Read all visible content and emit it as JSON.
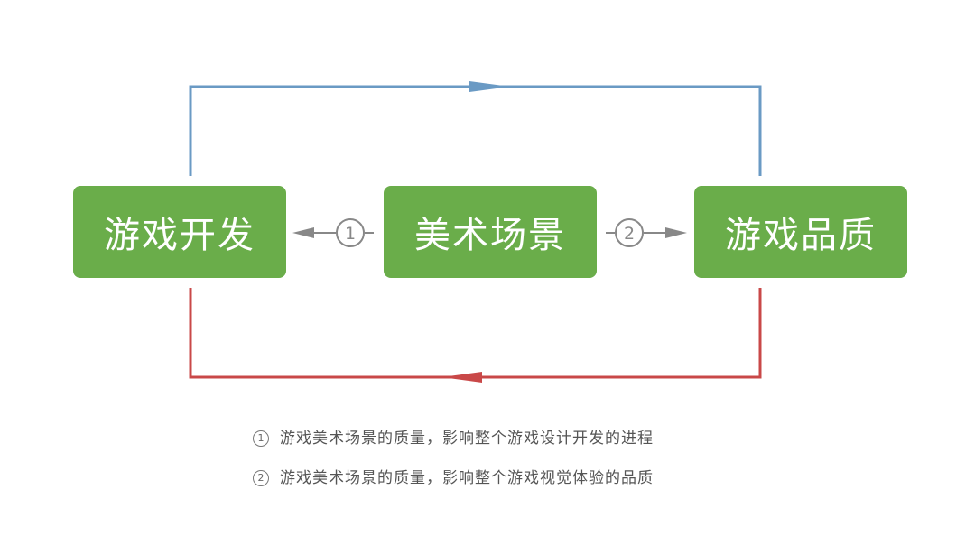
{
  "nodes": {
    "dev": "游戏开发",
    "art": "美术场景",
    "quality": "游戏品质"
  },
  "markers": {
    "one": "1",
    "two": "2"
  },
  "notes": [
    {
      "num": "1",
      "text": "游戏美术场景的质量，影响整个游戏设计开发的进程"
    },
    {
      "num": "2",
      "text": "游戏美术场景的质量，影响整个游戏视觉体验的品质"
    }
  ],
  "colors": {
    "box": "#6aad4a",
    "top_loop": "#6a9ac4",
    "bottom_loop": "#c94848",
    "connector": "#888888"
  }
}
